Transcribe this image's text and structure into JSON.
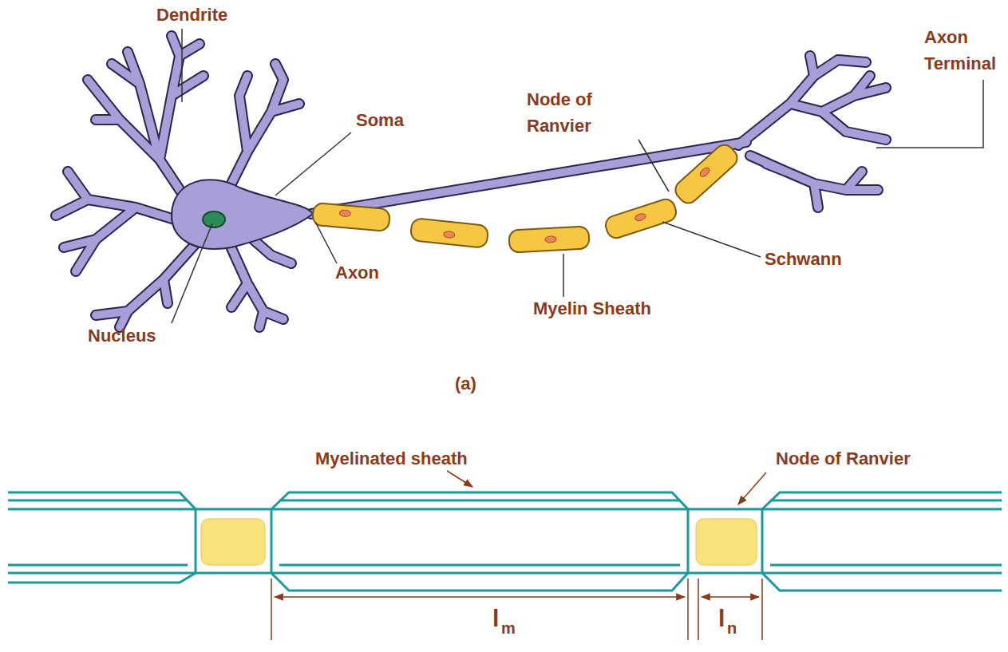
{
  "diagram": {
    "labels": [
      "Dendrite",
      "Axon Terminal",
      "Soma",
      "Node of Ranvier",
      "Schwann",
      "Axon",
      "Myelin Sheath",
      "Nucleus",
      "(a)",
      "Myelinated sheath",
      "Node of Ranvier",
      "l",
      "m",
      "l",
      "n"
    ]
  }
}
